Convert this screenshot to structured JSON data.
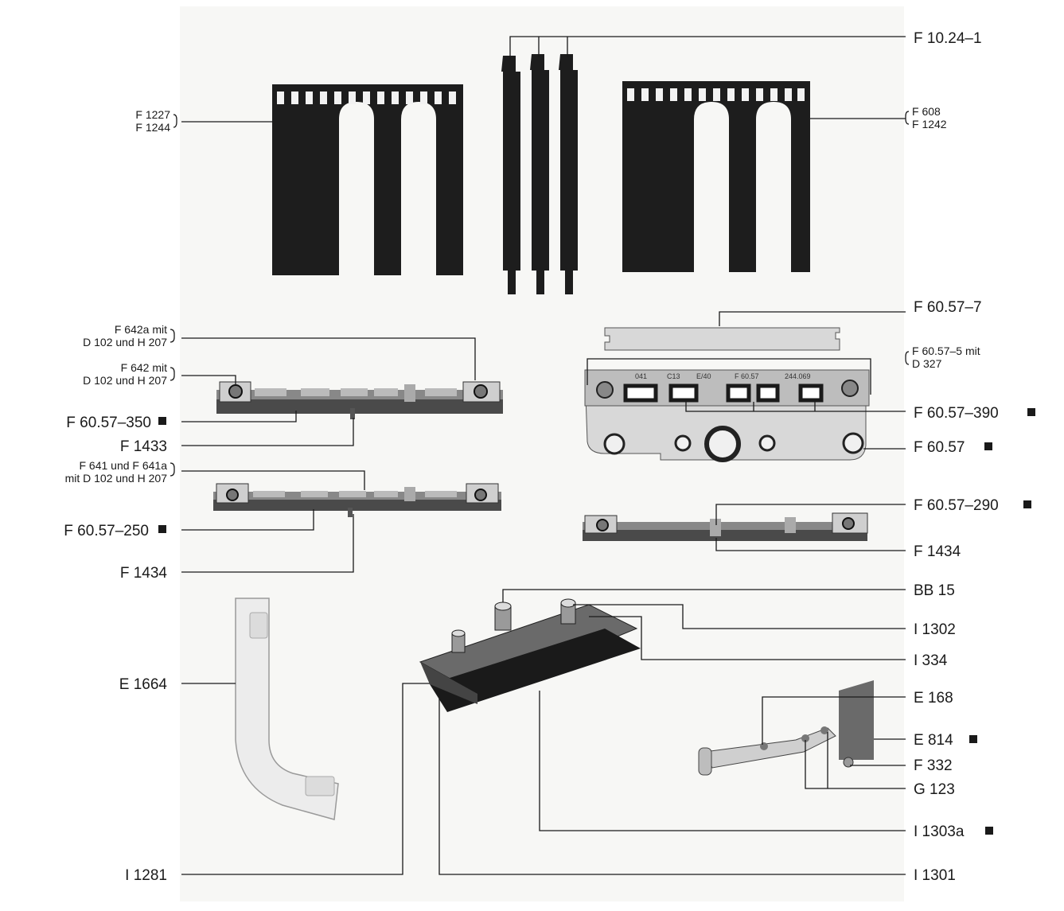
{
  "labels": {
    "f10241": "F 10.24–1",
    "f1227": "F 1227",
    "f1244": "F 1244",
    "f608": "F 608",
    "f1242": "F 1242",
    "f60577": "F 60.57–7",
    "f642a_1": "F 642a mit",
    "f642a_2": "D 102 und H 207",
    "f642_1": "F 642 mit",
    "f642_2": "D 102 und H 207",
    "f605705_1": "F 60.57–5 mit",
    "f605705_2": "D 327",
    "f6057350": "F 60.57–350",
    "f6057390": "F 60.57–390",
    "f1433": "F 1433",
    "f6057": "F 60.57",
    "f641_1": "F 641 und F 641a",
    "f641_2": "mit D 102 und H 207",
    "f6057290": "F 60.57–290",
    "f6057250": "F 60.57–250",
    "f1434a": "F 1434",
    "f1434b": "F 1434",
    "bb15": "BB 15",
    "i1302": "I 1302",
    "i334": "I 334",
    "e1664": "E 1664",
    "e168": "E 168",
    "e814": "E 814",
    "f332": "F 332",
    "g123": "G 123",
    "i1303a": "I 1303a",
    "i1281": "I 1281",
    "i1301": "I 1301"
  },
  "plate_markings": [
    "041",
    "C13",
    "E/40",
    "F 60.57",
    "244.069"
  ]
}
